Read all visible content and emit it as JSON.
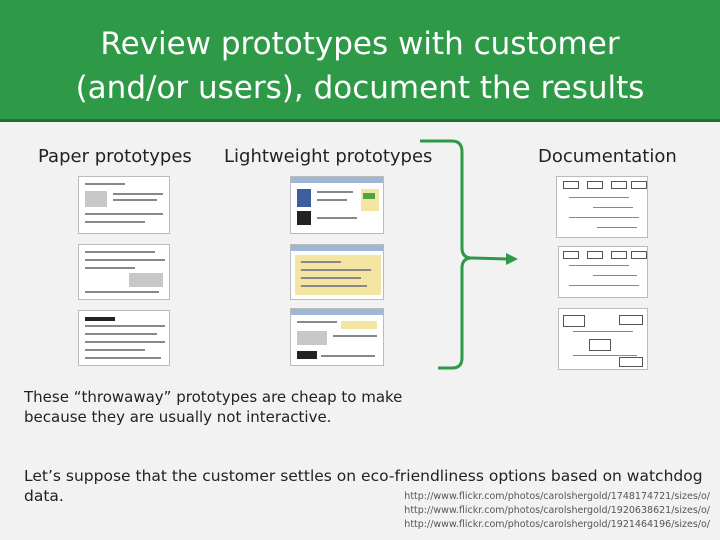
{
  "slide": {
    "title_line1": "Review prototypes with customer",
    "title_line2": "(and/or users), document the results",
    "col_paper": "Paper prototypes",
    "col_lightweight": "Lightweight prototypes",
    "col_documentation": "Documentation",
    "note_line1": "These “throwaway” prototypes are cheap to make",
    "note_line2": "because they are usually not interactive.",
    "suppose": "Let’s suppose that the customer settles on eco-friendliness options based on watchdog data.",
    "urls": [
      "http://www.flickr.com/photos/carolshergold/1748174721/sizes/o/",
      "http://www.flickr.com/photos/carolshergold/1920638621/sizes/o/",
      "http://www.flickr.com/photos/carolshergold/1921464196/sizes/o/"
    ]
  },
  "colors": {
    "title_bg": "#2e9a47",
    "bracket": "#2e9a47",
    "background": "#f2f2f2"
  }
}
